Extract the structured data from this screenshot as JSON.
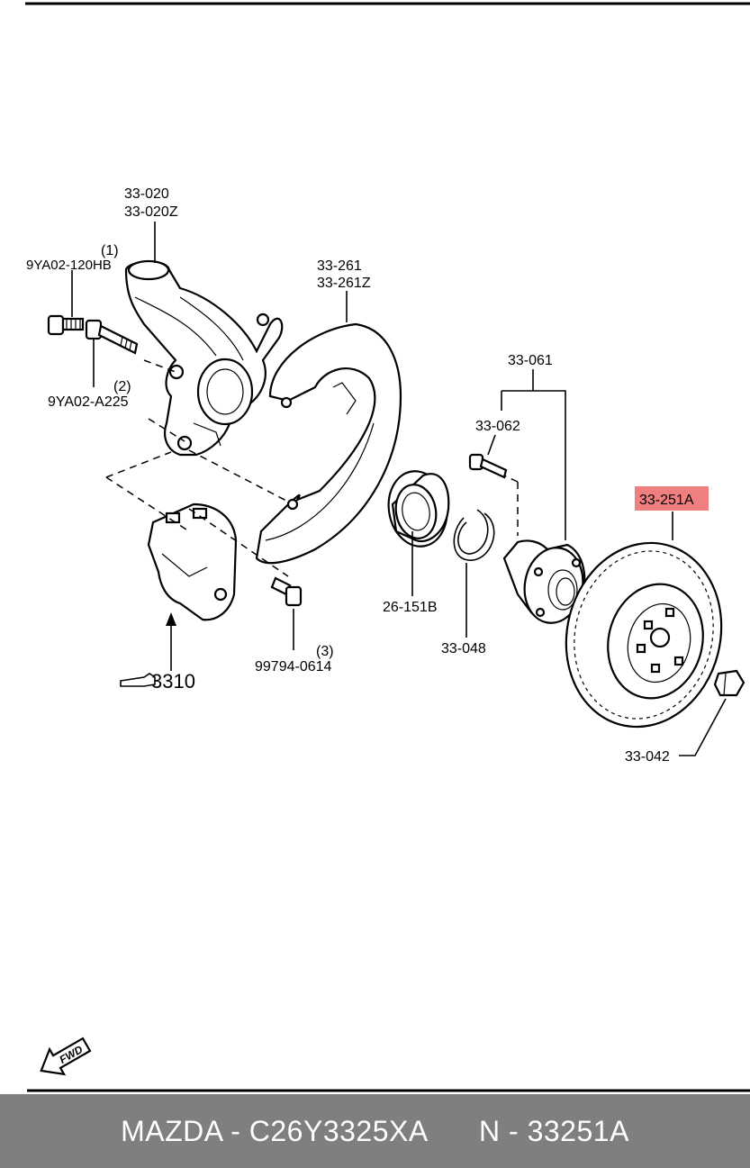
{
  "labels": {
    "knuckle_a": "33-020",
    "knuckle_b": "33-020Z",
    "bolt1_num": "(1)",
    "bolt1": "9YA02-120HB",
    "bolt2_num": "(2)",
    "bolt2": "9YA02-A225",
    "shield_a": "33-261",
    "shield_b": "33-261Z",
    "hub_assy": "33-061",
    "hub_bolt": "33-062",
    "disc": "33-251A",
    "bearing": "26-151B",
    "snap_ring": "33-048",
    "nut": "33-042",
    "screw_num": "(3)",
    "screw": "99794-0614",
    "caliper_ref": "3310",
    "fwd": "FWD"
  },
  "colors": {
    "highlight": "#f08080",
    "footer_bg": "#7f7f7f"
  },
  "footer": {
    "left": "MAZDA - C26Y3325XA",
    "right": "N - 33251A"
  }
}
